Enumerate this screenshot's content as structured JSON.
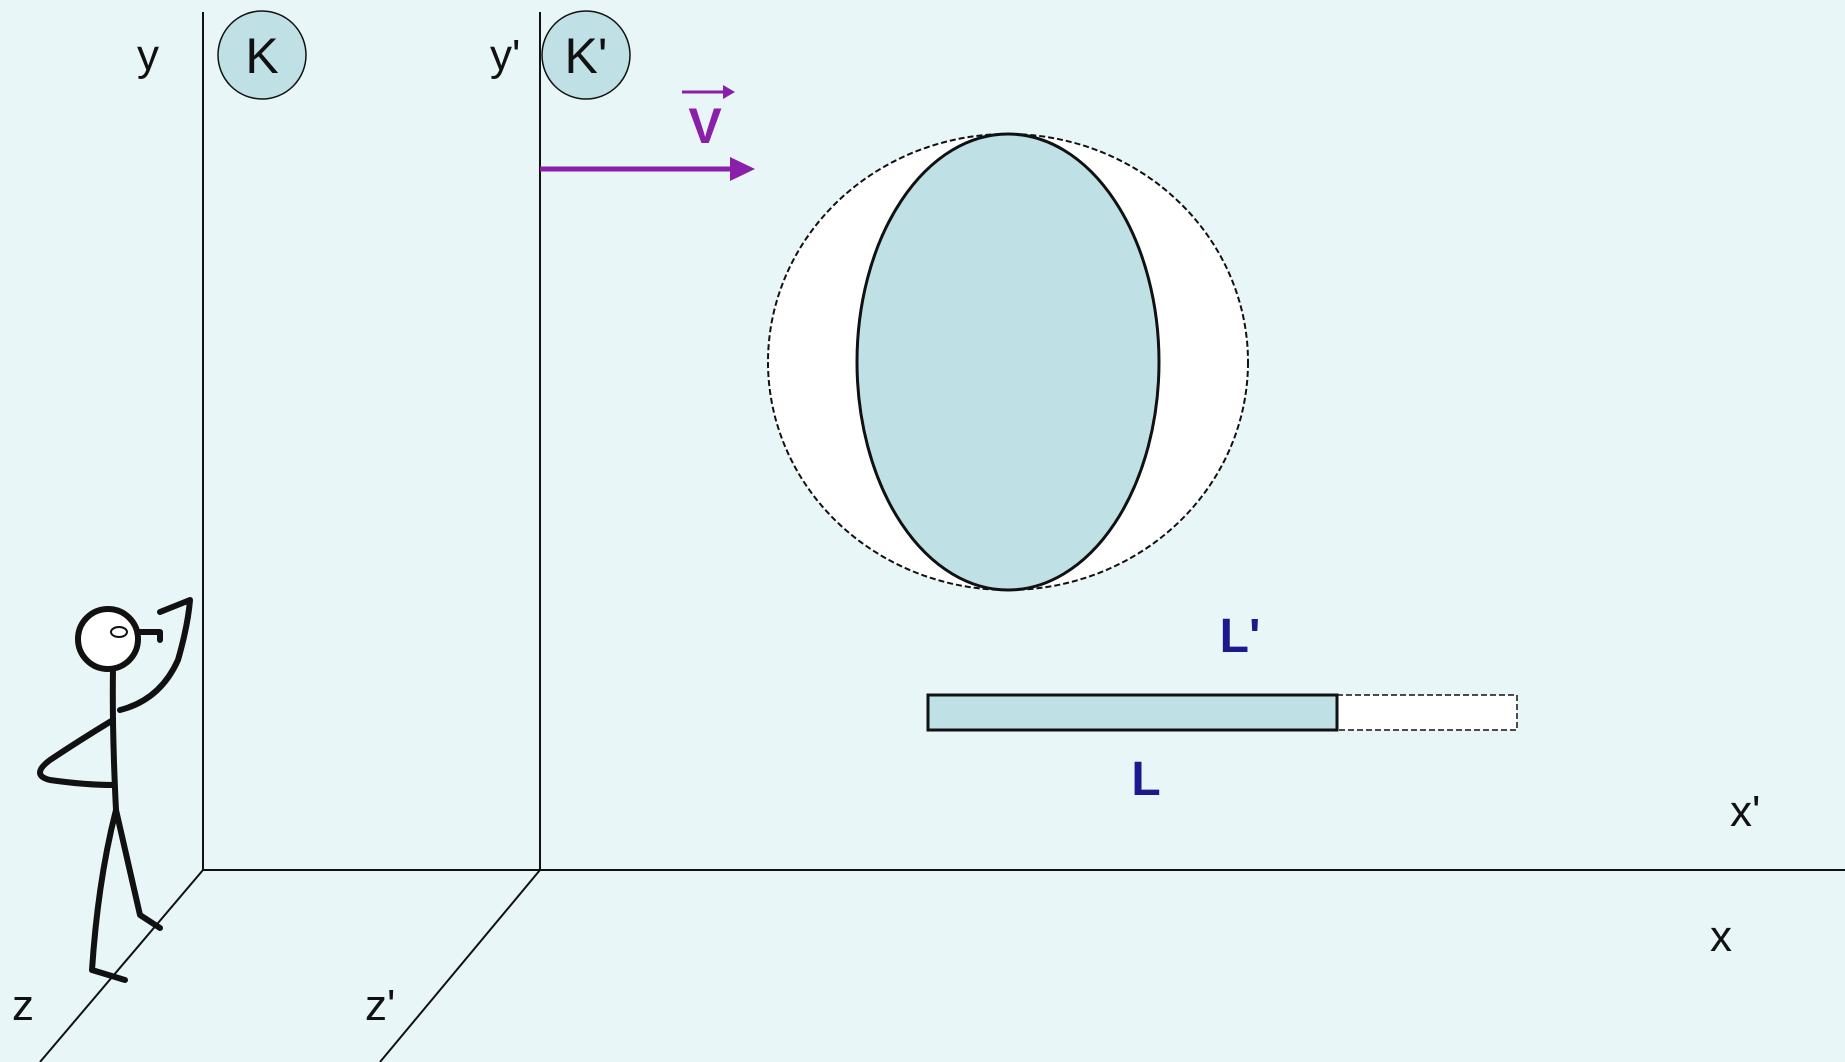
{
  "colors": {
    "background": "#e9f6f7",
    "fill": "#bfe1e5",
    "line": "#111111",
    "velocity": "#8a1faa",
    "length_label": "#1a1a8c",
    "ghost": "#ffffff"
  },
  "frames": {
    "k_label": "K",
    "k_prime_label": "K'"
  },
  "axes": {
    "y": "y",
    "z": "z",
    "x": "x",
    "y_prime": "y'",
    "z_prime": "z'",
    "x_prime": "x'"
  },
  "velocity": {
    "label": "V"
  },
  "rod": {
    "contracted_label": "L'",
    "rest_label": "L"
  },
  "icons": [
    "observer-stick-figure-icon",
    "velocity-arrow-icon"
  ]
}
